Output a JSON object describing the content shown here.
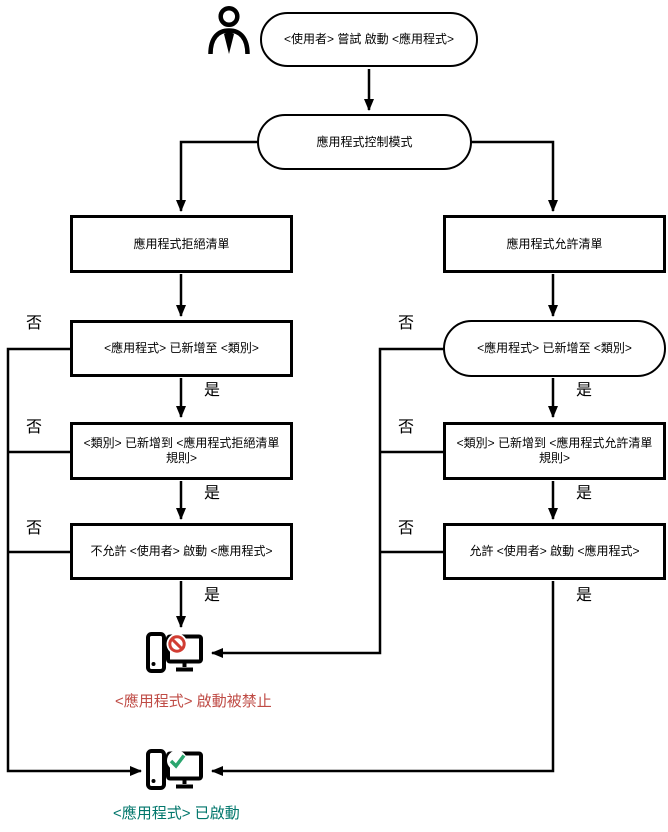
{
  "diagram": {
    "nodes": {
      "start": "<使用者> 嘗試 啟動 <應用程式>",
      "mode": "應用程式控制模式",
      "denylist": "應用程式拒絕清單",
      "allowlist": "應用程式允許清單",
      "deny_category_check": "<應用程式> 已新增至 <類別>",
      "deny_rule_check": "<類別> 已新增到 <應用程式拒絕清單規則>",
      "deny_action": "不允許 <使用者> 啟動 <應用程式>",
      "allow_category_check": "<應用程式> 已新增至 <類別>",
      "allow_rule_check": "<類別> 已新增到 <應用程式允許清單規則>",
      "allow_action": "允許 <使用者> 啟動 <應用程式>"
    },
    "branch_labels": {
      "yes": "是",
      "no": "否"
    },
    "outcomes": {
      "blocked": "<應用程式> 啟動被禁止",
      "started": "<應用程式> 已啟動"
    },
    "colors": {
      "blocked_text": "#bf4b45",
      "started_text": "#00766b",
      "prohibit_icon": "#d13d33",
      "check_icon": "#2aa56e",
      "line": "#000000"
    }
  }
}
